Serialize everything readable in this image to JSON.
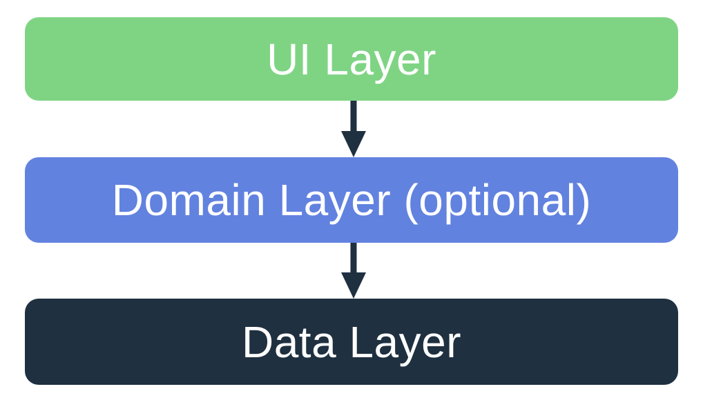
{
  "diagram": {
    "background_color": "#FFFFFF",
    "arrow_color": "#1F3040",
    "layers": [
      {
        "label": "UI Layer",
        "fill_color": "#7FD484",
        "text_color": "#FFFFFF"
      },
      {
        "label": "Domain Layer (optional)",
        "fill_color": "#6282E0",
        "text_color": "#FFFFFF"
      },
      {
        "label": "Data Layer",
        "fill_color": "#1F3040",
        "text_color": "#FFFFFF"
      }
    ]
  }
}
